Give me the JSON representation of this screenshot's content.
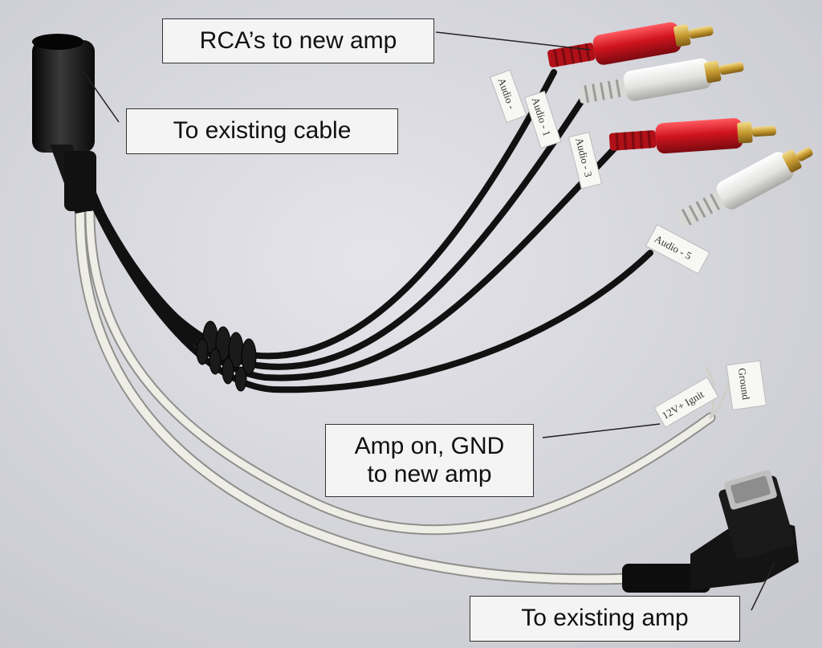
{
  "callouts": {
    "rca": "RCA’s to new amp",
    "cable": "To existing cable",
    "amp_on_line1": "Amp on, GND",
    "amp_on_line2": "to new amp",
    "existing_amp": "To existing amp"
  },
  "wire_tags": {
    "tag1": "Audio -",
    "tag2": "Audio - 1",
    "tag3": "Audio - 3",
    "tag4": "Audio - 5",
    "tag5": "12V+ Ignit",
    "tag6": "Ground"
  },
  "colors": {
    "background": "#d7d7dd",
    "black_cable": "#111111",
    "white_cable": "#ecebe4",
    "rca_red": "#c8121c",
    "rca_white": "#e8e8e6",
    "gold_tip": "#c9a23a"
  }
}
